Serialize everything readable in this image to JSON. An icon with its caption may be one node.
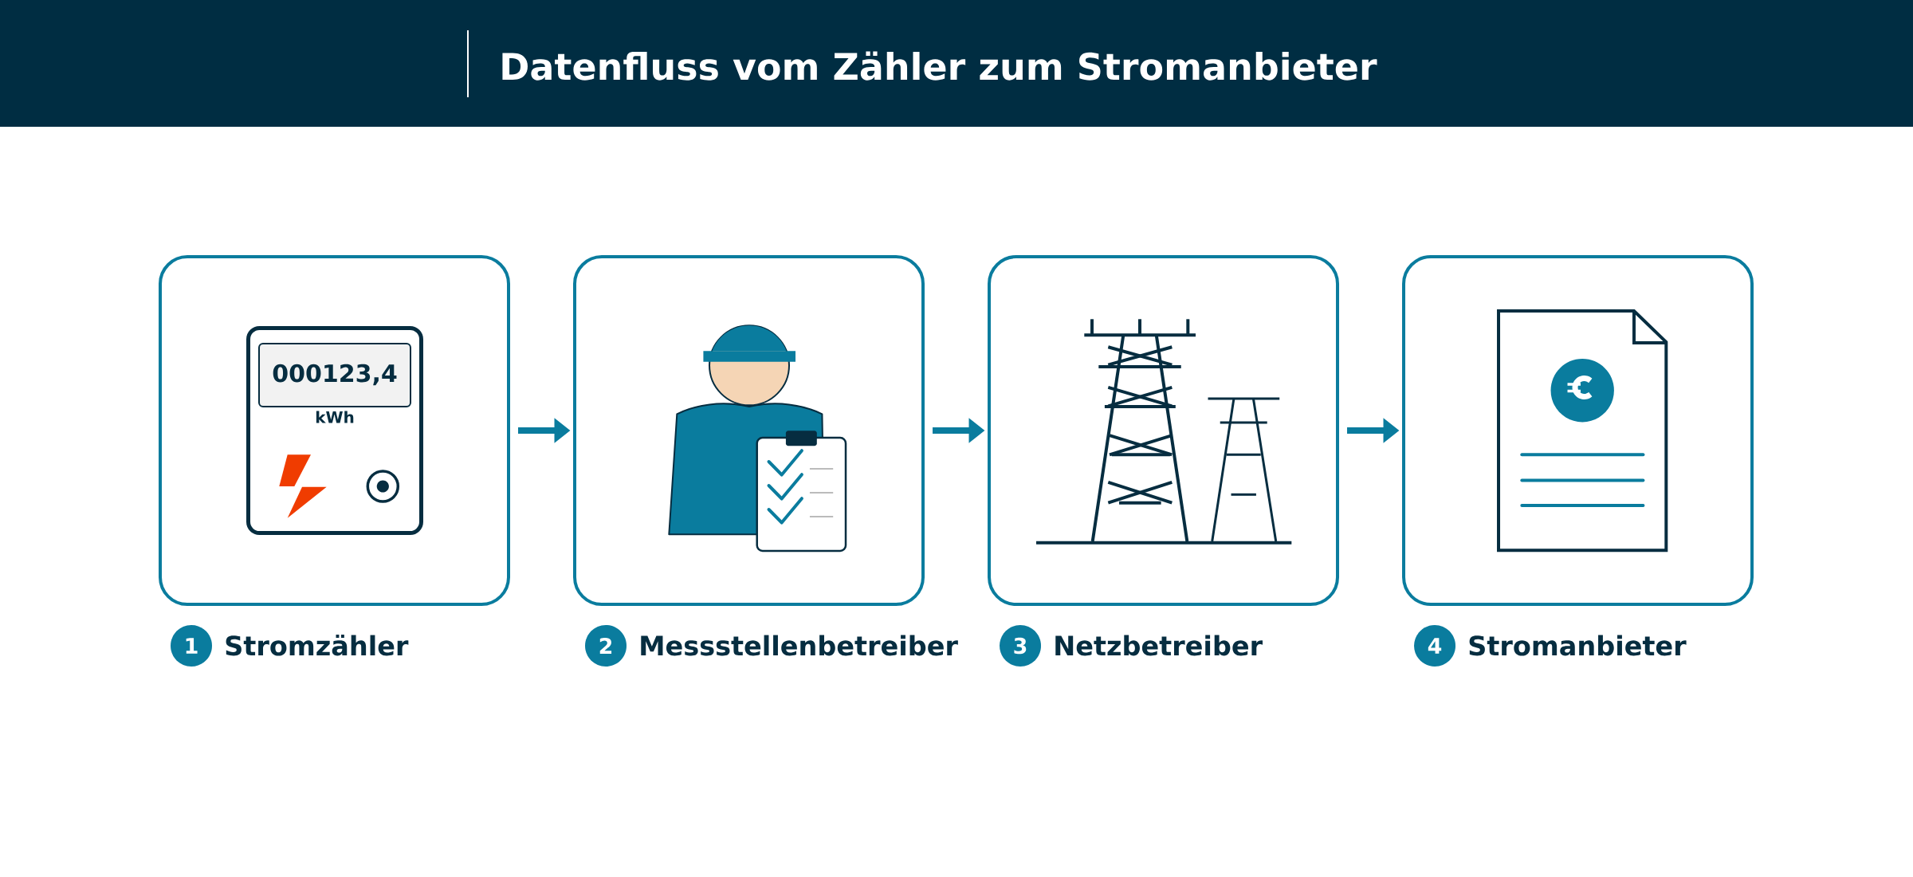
{
  "diagram": {
    "title": "Datenfluss vom Zähler zum Stromanbieter",
    "nodes": [
      {
        "text": [
          "Stromzähler"
        ],
        "beside": [
          "1"
        ]
      },
      {
        "text": [
          "Messstellenbetreiber"
        ],
        "beside": [
          "2"
        ]
      },
      {
        "text": [
          "Netzbetreiber"
        ],
        "beside": [
          "3"
        ]
      },
      {
        "text": [
          "Stromanbieter"
        ],
        "beside": [
          "4"
        ]
      }
    ],
    "edges": [
      {
        "from": 0,
        "to": 1,
        "arrow": "to"
      },
      {
        "from": 1,
        "to": 2,
        "arrow": "to"
      },
      {
        "from": 2,
        "to": 3,
        "arrow": "to"
      }
    ],
    "labels": [
      "000123,4",
      "kWh"
    ]
  }
}
